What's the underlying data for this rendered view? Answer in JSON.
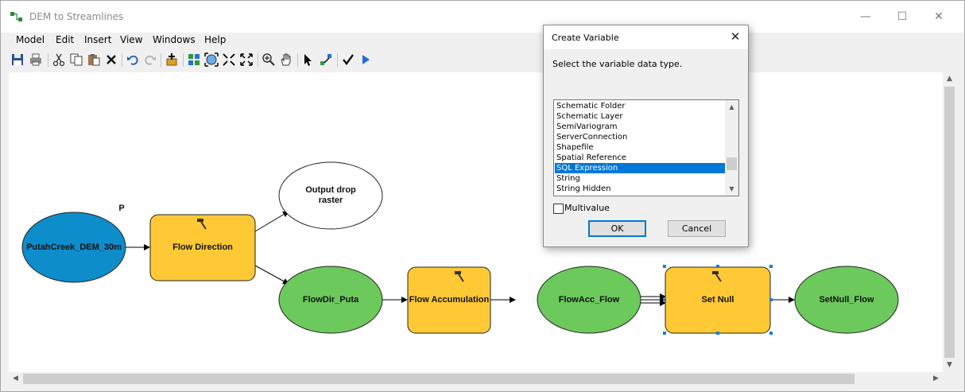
{
  "window": {
    "title": "DEM to Streamlines",
    "controls": {
      "minimize": "—",
      "maximize": "☐",
      "close": "✕"
    }
  },
  "menubar": {
    "items": [
      "Model",
      "Edit",
      "Insert",
      "View",
      "Windows",
      "Help"
    ]
  },
  "toolbar": {
    "buttons": [
      "save-icon",
      "print-icon",
      "cut-icon",
      "copy-icon",
      "paste-icon",
      "delete-icon",
      "undo-icon",
      "redo-icon",
      "add-data-icon",
      "auto-layout-icon",
      "full-extent-icon",
      "fixed-zoom-in-icon",
      "fixed-zoom-out-icon",
      "zoom-in-icon",
      "pan-icon",
      "select-icon",
      "connect-icon",
      "validate-icon",
      "run-icon"
    ]
  },
  "model": {
    "parameter_marker": "P",
    "nodes": {
      "input": "PutahCreek_DEM_30m",
      "flow_direction": "Flow Direction",
      "output_drop": "Output drop raster",
      "flowdir": "FlowDir_Puta",
      "flow_accumulation": "Flow Accumulation",
      "flowacc": "FlowAcc_Flow",
      "set_null": "Set Null",
      "setnull_out": "SetNull_Flow"
    },
    "colors": {
      "input_fill": "#0e8dcb",
      "tool_fill": "#ffc935",
      "derived_fill": "#6cc95c",
      "output_fill": "#ffffff",
      "selection_handle": "#1f7dd6"
    }
  },
  "dialog": {
    "title": "Create Variable",
    "prompt": "Select the variable data type.",
    "list_items": [
      "Schematic Folder",
      "Schematic Layer",
      "SemiVariogram",
      "ServerConnection",
      "Shapefile",
      "Spatial Reference",
      "SQL Expression",
      "String",
      "String Hidden"
    ],
    "selected_item": "SQL Expression",
    "multivalue_label": "Multivalue",
    "multivalue_checked": false,
    "ok_label": "OK",
    "cancel_label": "Cancel",
    "selection_color": "#0078d7"
  }
}
